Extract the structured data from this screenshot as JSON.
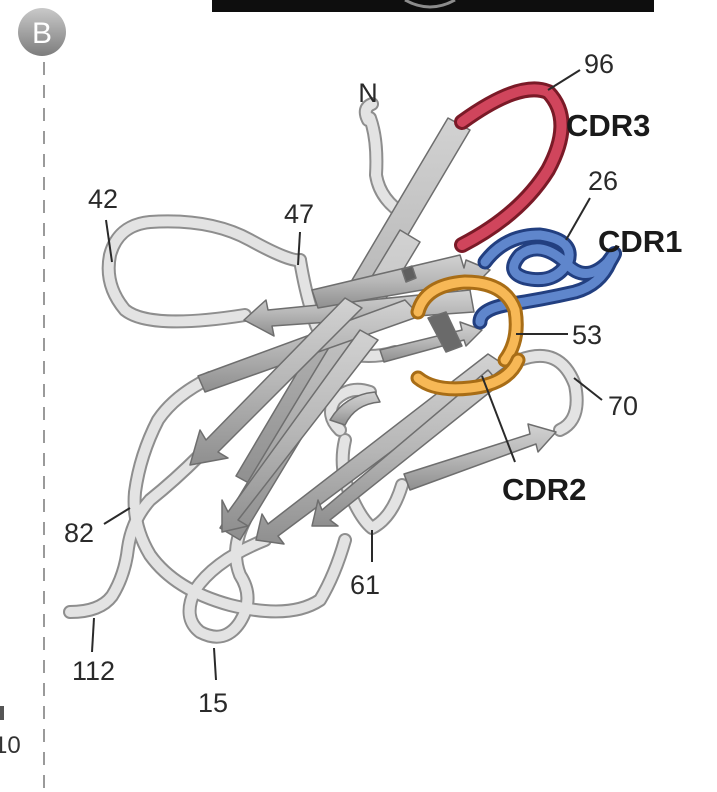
{
  "panel_label": "B",
  "terminus_label": "N",
  "cdr_labels": {
    "cdr1": "CDR1",
    "cdr2": "CDR2",
    "cdr3": "CDR3"
  },
  "residue_labels": {
    "r96": "96",
    "r26": "26",
    "r53": "53",
    "r70": "70",
    "r42": "42",
    "r47": "47",
    "r82": "82",
    "r61": "61",
    "r112": "112",
    "r15": "15"
  },
  "edge_text": "10",
  "colors": {
    "cdr1": "#4a6fb5",
    "cdr2": "#f2a93b",
    "cdr3": "#c8344a",
    "strand": "#b5b5b5",
    "loop": "#d9d9d9",
    "panel_circle": "#9a9a9a"
  }
}
